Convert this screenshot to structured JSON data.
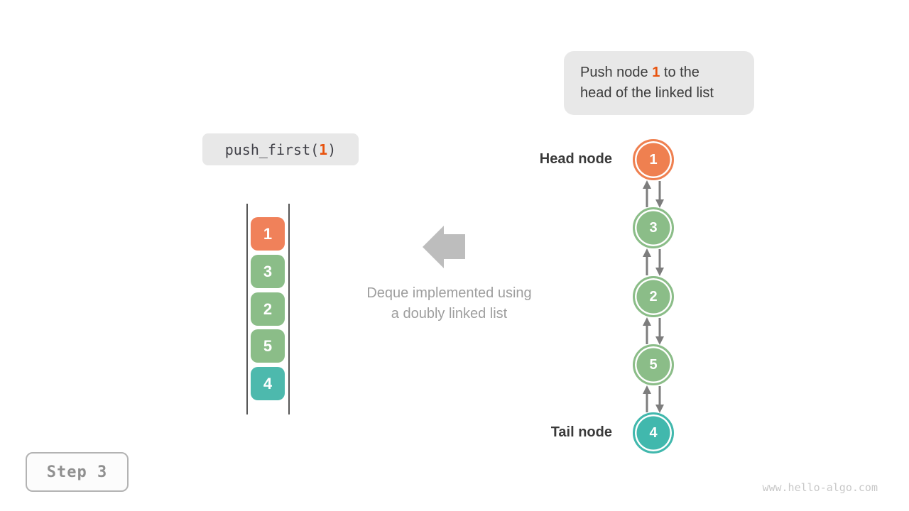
{
  "canvas": {
    "background": "#ffffff"
  },
  "callout": {
    "line1_prefix": "Push node ",
    "line1_highlight": "1",
    "line1_suffix": " to the",
    "line2": "head of the linked list",
    "bg": "#e8e8e8"
  },
  "code_call": {
    "prefix": "push_first(",
    "arg": "1",
    "suffix": ")"
  },
  "deque_caption": {
    "line1": "Deque implemented using",
    "line2": "a doubly linked list"
  },
  "stack": {
    "cells": [
      {
        "value": "1",
        "color": "#f0815a"
      },
      {
        "value": "3",
        "color": "#8bbd88"
      },
      {
        "value": "2",
        "color": "#8bbd88"
      },
      {
        "value": "5",
        "color": "#8bbd88"
      },
      {
        "value": "4",
        "color": "#4db9ad"
      }
    ]
  },
  "linked_list": {
    "head_label": "Head node",
    "tail_label": "Tail node",
    "nodes": [
      {
        "value": "1",
        "color": "#ef8050"
      },
      {
        "value": "3",
        "color": "#8bbd88"
      },
      {
        "value": "2",
        "color": "#8bbd88"
      },
      {
        "value": "5",
        "color": "#8bbd88"
      },
      {
        "value": "4",
        "color": "#41b8ad"
      }
    ]
  },
  "step_badge": {
    "label": "Step 3"
  },
  "watermark": {
    "text": "www.hello-algo.com"
  },
  "colors": {
    "highlight": "#e8530e",
    "block_arrow": "#bdbdbd",
    "connector": "#7d7d7d"
  }
}
